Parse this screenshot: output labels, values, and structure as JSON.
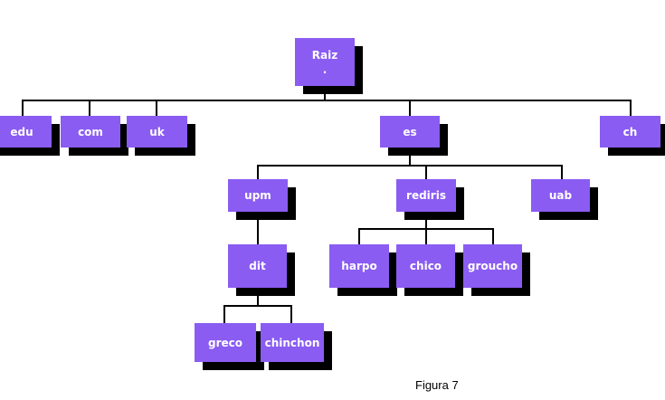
{
  "figure": {
    "type": "tree-diagram",
    "caption": "Figura 7",
    "colors": {
      "node_fill": "#8A5CF2",
      "node_shadow": "#000000",
      "connector": "#000000",
      "node_text": "#FFFFFF",
      "background": "#FFFFFF",
      "caption_text": "#000000"
    },
    "nodes": {
      "raiz": {
        "label": "Raiz",
        "sublabel": "."
      },
      "edu": {
        "label": "edu"
      },
      "com": {
        "label": "com"
      },
      "uk": {
        "label": "uk"
      },
      "es": {
        "label": "es"
      },
      "ch": {
        "label": "ch"
      },
      "upm": {
        "label": "upm"
      },
      "rediris": {
        "label": "rediris"
      },
      "uab": {
        "label": "uab"
      },
      "dit": {
        "label": "dit"
      },
      "harpo": {
        "label": "harpo"
      },
      "chico": {
        "label": "chico"
      },
      "groucho": {
        "label": "groucho"
      },
      "greco": {
        "label": "greco"
      },
      "chinchon": {
        "label": "chinchon"
      }
    },
    "hierarchy": {
      "Raiz": [
        "edu",
        "com",
        "uk",
        "es",
        "ch"
      ],
      "es": [
        "upm",
        "rediris",
        "uab"
      ],
      "upm": [
        "dit"
      ],
      "rediris": [
        "harpo",
        "chico",
        "groucho"
      ],
      "dit": [
        "greco",
        "chinchon"
      ]
    }
  }
}
